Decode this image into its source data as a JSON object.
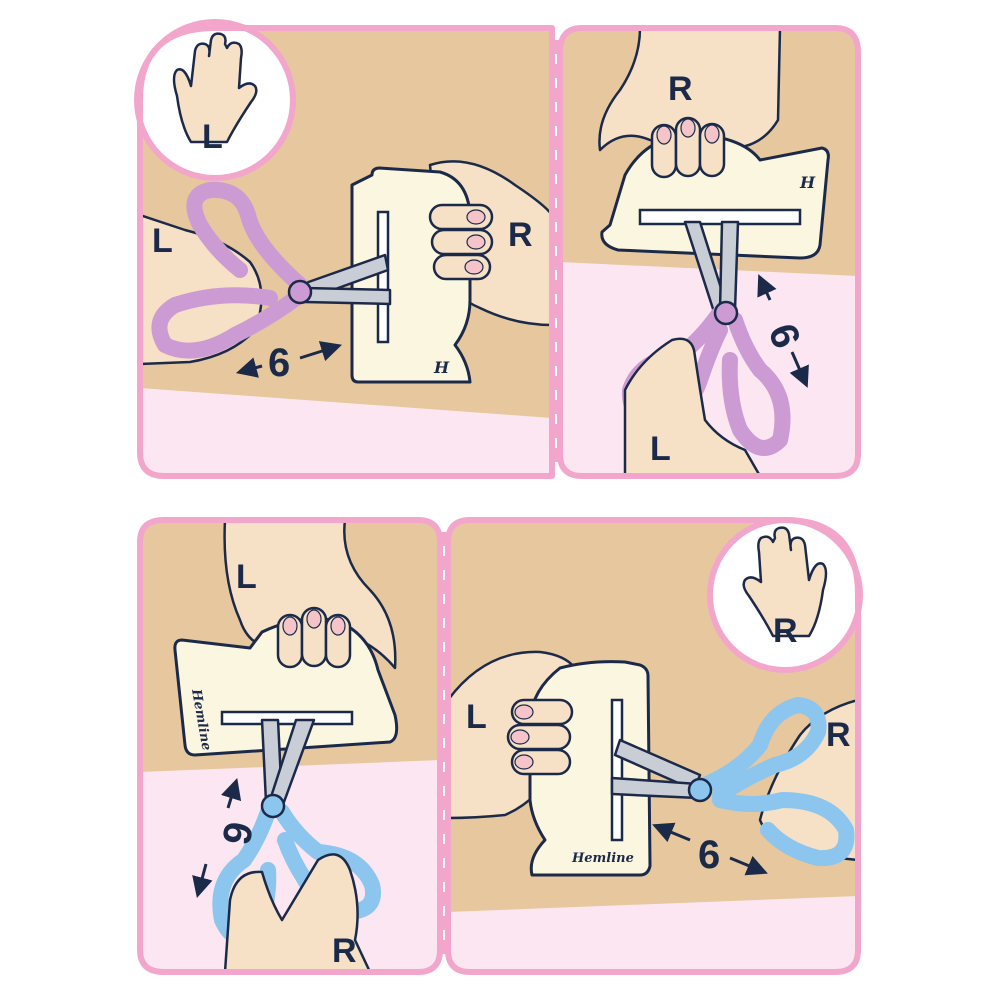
{
  "colors": {
    "frame": "#f2a6cc",
    "table": "#e6c79e",
    "floor": "#fbe6f1",
    "skin": "#f6e0c6",
    "outline": "#1c2a4a",
    "sharpener": "#fbf6df",
    "blade": "#c9cdd6",
    "purple_handle": "#cc9bd4",
    "blue_handle": "#8cc6ee",
    "nail": "#f4c4c9"
  },
  "brand": "Hemline",
  "brand_mark": "H",
  "panels": [
    {
      "id": "top-left",
      "badge_hand_label": "L",
      "scissor_hand_label": "L",
      "holder_hand_label": "R",
      "stroke_count": "6",
      "scissors_color": "purple"
    },
    {
      "id": "top-right",
      "holder_hand_label": "R",
      "scissor_hand_label": "L",
      "stroke_count": "6",
      "scissors_color": "purple"
    },
    {
      "id": "bottom-left",
      "holder_hand_label": "L",
      "scissor_hand_label": "R",
      "stroke_count": "6",
      "scissors_color": "blue"
    },
    {
      "id": "bottom-right",
      "badge_hand_label": "R",
      "holder_hand_label": "L",
      "scissor_hand_label": "R",
      "stroke_count": "6",
      "scissors_color": "blue"
    }
  ]
}
